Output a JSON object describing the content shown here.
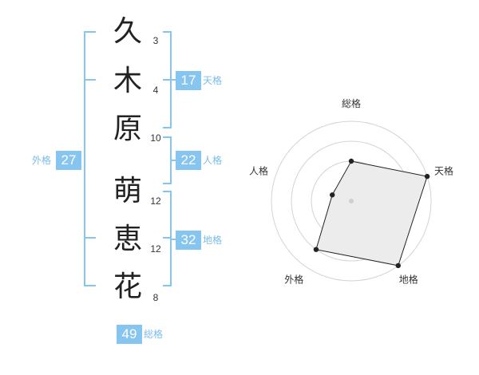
{
  "surname": [
    {
      "char": "久",
      "strokes": "3"
    },
    {
      "char": "木",
      "strokes": "4"
    },
    {
      "char": "原",
      "strokes": "10"
    }
  ],
  "given_name": [
    {
      "char": "萌",
      "strokes": "12"
    },
    {
      "char": "恵",
      "strokes": "12"
    },
    {
      "char": "花",
      "strokes": "8"
    }
  ],
  "grid": {
    "tenkaku": {
      "value": "17",
      "label": "天格"
    },
    "jinkaku": {
      "value": "22",
      "label": "人格"
    },
    "chikaku": {
      "value": "32",
      "label": "地格"
    },
    "gaikaku": {
      "value": "27",
      "label": "外格"
    },
    "soukaku": {
      "value": "49",
      "label": "総格"
    }
  },
  "colors": {
    "bracket": "#86c5f0",
    "badge": "#86c5f0",
    "badge_label": "#7abde9",
    "radar_fill": "#ececec",
    "radar_line": "#222222"
  },
  "chart_data": {
    "type": "radar",
    "axes": [
      "総格",
      "天格",
      "地格",
      "外格",
      "人格"
    ],
    "values": [
      0.5,
      1.0,
      1.0,
      0.75,
      0.25
    ],
    "rings": 4,
    "max": 1.0
  }
}
